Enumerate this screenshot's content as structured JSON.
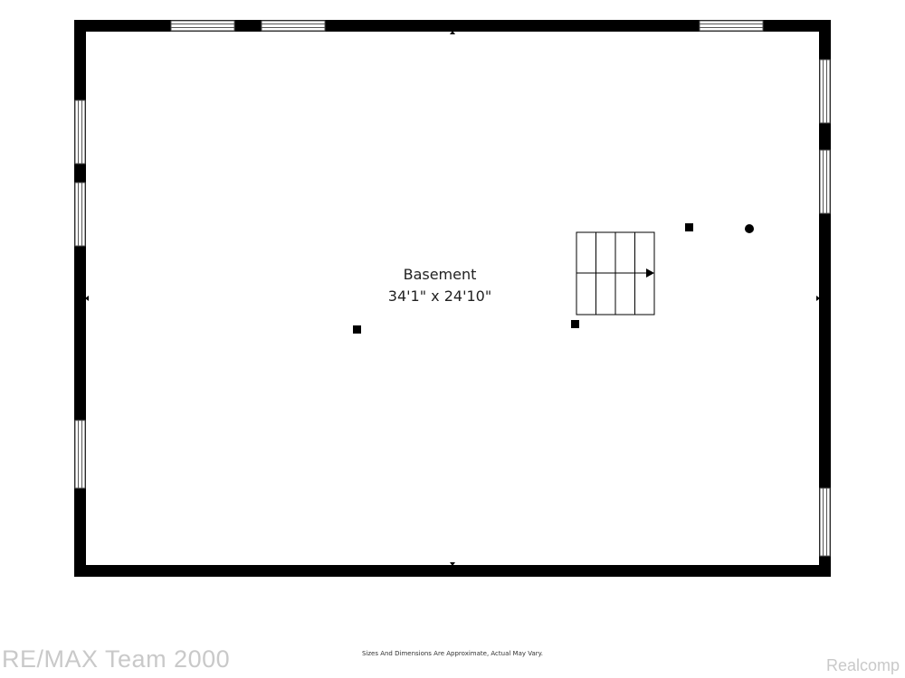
{
  "room": {
    "name": "Basement",
    "dimensions": "34'1\" x 24'10\""
  },
  "footer": {
    "disclaimer": "Sizes And Dimensions Are Approximate, Actual May Vary.",
    "brand_left": "RE/MAX Team 2000",
    "brand_right": "Realcomp"
  },
  "colors": {
    "wall": "#000000",
    "window_frame": "#555555",
    "watermark": "#c9c9c9"
  },
  "icons": [
    "stairs-icon",
    "direction-arrow-icon",
    "column-icon",
    "utility-point-icon"
  ]
}
